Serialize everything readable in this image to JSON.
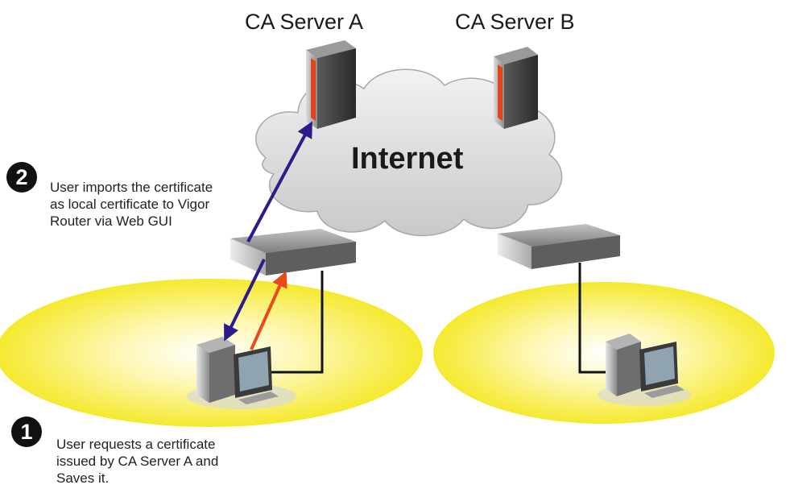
{
  "labels": {
    "server_a": "CA Server A",
    "server_b": "CA Server B",
    "internet": "Internet"
  },
  "steps": [
    {
      "number": "1",
      "text": "User requests a certificate\nissued by CA Server A and\nSaves it."
    },
    {
      "number": "2",
      "text": "User imports the certificate\nas local certificate to Vigor\nRouter via Web GUI"
    }
  ],
  "colors": {
    "lan_zone": "#f7ec3a",
    "cloud": "#dedede",
    "server_accent": "#e0461b",
    "import_arrow": "#2e1a8a",
    "request_arrow": "#e84a1c",
    "cable": "#111111"
  },
  "icons": [
    "ca-server-icon",
    "router-icon",
    "pc-icon",
    "cloud-icon"
  ]
}
